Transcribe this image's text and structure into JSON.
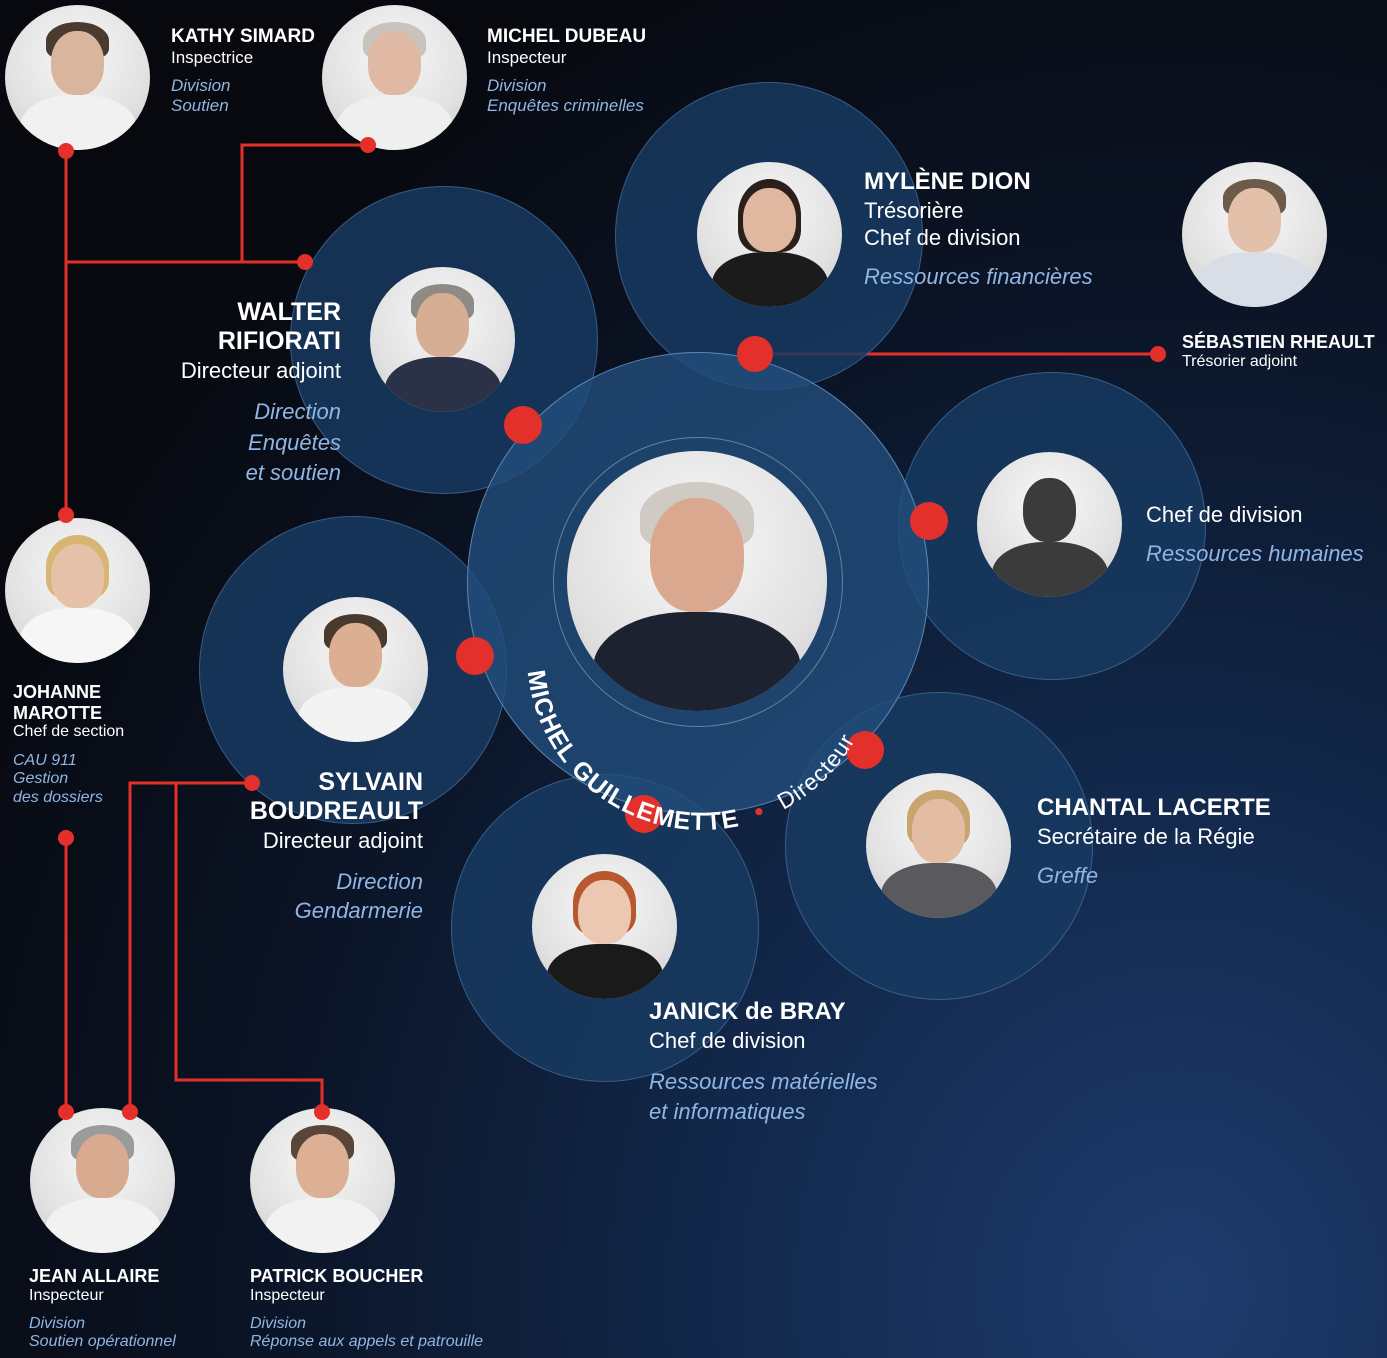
{
  "director": {
    "name": "MICHEL GUILLEMETTE",
    "separator": "•",
    "role": "Directeur"
  },
  "people": {
    "kathy": {
      "name": "KATHY SIMARD",
      "role": "Inspectrice",
      "div1": "Division",
      "div2": "Soutien"
    },
    "michel_d": {
      "name": "MICHEL DUBEAU",
      "role": "Inspecteur",
      "div1": "Division",
      "div2": "Enquêtes criminelles"
    },
    "mylene": {
      "name": "MYLÈNE DION",
      "role1": "Trésorière",
      "role2": "Chef de division",
      "div": "Ressources financières"
    },
    "sebastien": {
      "name": "SÉBASTIEN RHEAULT",
      "role": "Trésorier adjoint"
    },
    "walter": {
      "name1": "WALTER",
      "name2": "RIFIORATI",
      "role": "Directeur adjoint",
      "div1": "Direction",
      "div2": "Enquêtes",
      "div3": "et soutien"
    },
    "vacant": {
      "role": "Chef de division",
      "div": "Ressources humaines"
    },
    "johanne": {
      "name1": "JOHANNE",
      "name2": "MAROTTE",
      "role": "Chef de section",
      "div1": "CAU 911",
      "div2": "Gestion",
      "div3": "des dossiers"
    },
    "sylvain": {
      "name1": "SYLVAIN",
      "name2": "BOUDREAULT",
      "role": "Directeur adjoint",
      "div1": "Direction",
      "div2": "Gendarmerie"
    },
    "chantal": {
      "name": "CHANTAL LACERTE",
      "role": "Secrétaire de la Régie",
      "div": "Greffe"
    },
    "janick": {
      "name": "JANICK de BRAY",
      "role": "Chef de division",
      "div1": "Ressources matérielles",
      "div2": "et informatiques"
    },
    "jean": {
      "name": "JEAN ALLAIRE",
      "role": "Inspecteur",
      "div1": "Division",
      "div2": "Soutien opérationnel"
    },
    "patrick": {
      "name": "PATRICK BOUCHER",
      "role": "Inspecteur",
      "div1": "Division",
      "div2": "Réponse aux appels et patrouille"
    }
  },
  "colors": {
    "accent": "#e4302b",
    "division_text": "#8fb6e4",
    "bubble": "#1c426b"
  }
}
